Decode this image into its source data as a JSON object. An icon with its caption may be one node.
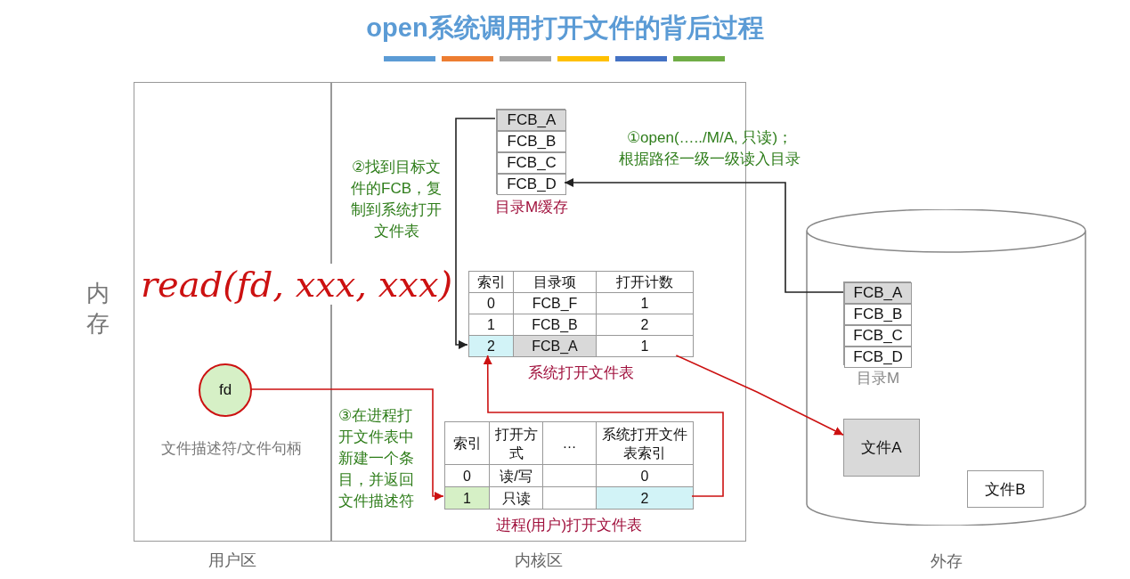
{
  "diagram": {
    "title": "open系统调用打开文件的背后过程",
    "nodes": [
      {
        "text": [
          "用户区"
        ]
      },
      {
        "text": [
          "内核区"
        ]
      },
      {
        "text": [
          "外存"
        ]
      },
      {
        "text": [
          "目录M缓存"
        ],
        "in": 1
      },
      {
        "text": [
          "FCB_A"
        ],
        "in": 3
      },
      {
        "text": [
          "FCB_B"
        ],
        "in": 3
      },
      {
        "text": [
          "FCB_C"
        ],
        "in": 3
      },
      {
        "text": [
          "FCB_D"
        ],
        "in": 3
      },
      {
        "text": [
          "目录M"
        ],
        "in": 2
      },
      {
        "text": [
          "FCB_A"
        ],
        "in": 8
      },
      {
        "text": [
          "FCB_B"
        ],
        "in": 8
      },
      {
        "text": [
          "FCB_C"
        ],
        "in": 8
      },
      {
        "text": [
          "FCB_D"
        ],
        "in": 8
      },
      {
        "text": [
          "文件A"
        ],
        "in": 2
      },
      {
        "text": [
          "文件B"
        ],
        "in": 2
      },
      {
        "text": [
          "系统打开文件表"
        ],
        "in": 1
      },
      {
        "text": [
          "进程(用户)打开文件表"
        ],
        "in": 1
      },
      {
        "text": [
          "fd"
        ],
        "in": 0,
        "beside": [
          "文件描述符/文件句柄"
        ]
      }
    ],
    "edges": [
      {
        "from": 9,
        "to": 7,
        "arrow": "to",
        "color": "#222222"
      },
      {
        "from": 4,
        "to": 15,
        "arrow": "to",
        "color": "#222222"
      },
      {
        "from": 17,
        "to": 16,
        "arrow": "to",
        "color": "#cc1111"
      },
      {
        "from": 16,
        "to": 15,
        "arrow": "to",
        "color": "#cc1111"
      },
      {
        "from": 15,
        "to": 13,
        "arrow": "to",
        "color": "#cc1111"
      }
    ],
    "labels": [
      "内存",
      "①open(…../M/A, 只读)；根据路径一级一级读入目录",
      "②找到目标文件的FCB，复制到系统打开文件表",
      "③在进程打开文件表中新建一个条目，并返回文件描述符",
      "read(fd, xxx, xxx)",
      "索引",
      "目录项",
      "打开计数",
      "0",
      "FCB_F",
      "1",
      "1",
      "FCB_B",
      "2",
      "2",
      "FCB_A",
      "1",
      "索引",
      "打开方式",
      "…",
      "系统打开文件表索引",
      "0",
      "读/写",
      "0",
      "1",
      "只读",
      "2"
    ]
  }
}
